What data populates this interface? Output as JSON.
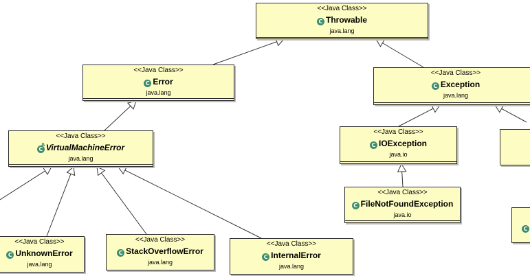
{
  "nodes": [
    {
      "id": "throwable",
      "stereotype": "<<Java Class>>",
      "name": "Throwable",
      "package": "java.lang",
      "icon": "class-icon"
    },
    {
      "id": "error",
      "stereotype": "<<Java Class>>",
      "name": "Error",
      "package": "java.lang",
      "icon": "class-icon"
    },
    {
      "id": "exception",
      "stereotype": "<<Java Class>>",
      "name": "Exception",
      "package": "java.lang",
      "icon": "class-icon"
    },
    {
      "id": "vme",
      "stereotype": "<<Java Class>>",
      "name": "VirtualMachineError",
      "package": "java.lang",
      "icon": "abstract-class-icon",
      "italic": true
    },
    {
      "id": "ioexception",
      "stereotype": "<<Java Class>>",
      "name": "IOException",
      "package": "java.io",
      "icon": "class-icon"
    },
    {
      "id": "fnfe",
      "stereotype": "<<Java Class>>",
      "name": "FileNotFoundException",
      "package": "java.io",
      "icon": "class-icon"
    },
    {
      "id": "unknown",
      "stereotype": "<<Java Class>>",
      "name": "UnknownError",
      "package": "java.lang",
      "icon": "class-icon"
    },
    {
      "id": "so",
      "stereotype": "<<Java Class>>",
      "name": "StackOverflowError",
      "package": "java.lang",
      "icon": "class-icon"
    },
    {
      "id": "internal",
      "stereotype": "<<Java Class>>",
      "name": "InternalError",
      "package": "java.lang",
      "icon": "class-icon"
    }
  ],
  "edges": [
    {
      "from": "error",
      "to": "throwable",
      "kind": "generalization"
    },
    {
      "from": "exception",
      "to": "throwable",
      "kind": "generalization"
    },
    {
      "from": "vme",
      "to": "error",
      "kind": "generalization"
    },
    {
      "from": "ioexception",
      "to": "exception",
      "kind": "generalization"
    },
    {
      "from": "fnfe",
      "to": "ioexception",
      "kind": "generalization"
    },
    {
      "from": "unknown",
      "to": "vme",
      "kind": "generalization"
    },
    {
      "from": "so",
      "to": "vme",
      "kind": "generalization"
    },
    {
      "from": "internal",
      "to": "vme",
      "kind": "generalization"
    }
  ],
  "colors": {
    "node_fill": "#fdfdc3",
    "border": "#2b2b2b",
    "icon": "#3c8c6c"
  }
}
